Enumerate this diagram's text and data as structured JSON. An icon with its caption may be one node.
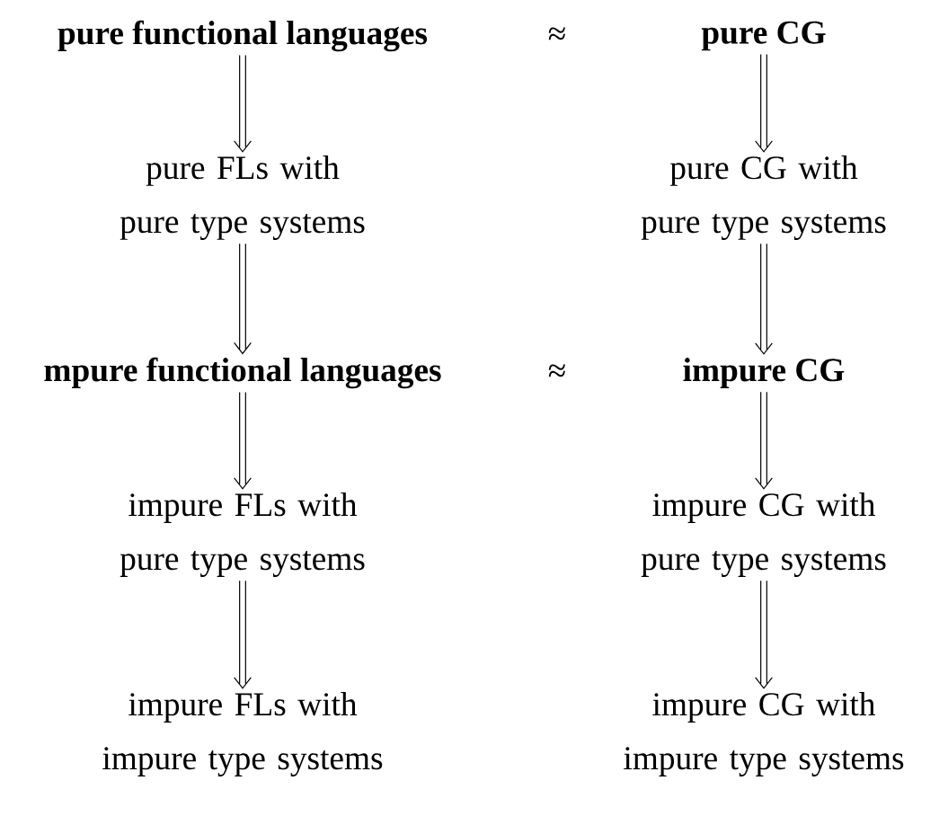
{
  "diagram": {
    "nodes": [
      {
        "text": [
          "pure functional languages"
        ]
      },
      {
        "text": [
          "pure FLs with pure type systems"
        ]
      },
      {
        "text": [
          "mpure functional languages"
        ]
      },
      {
        "text": [
          "impure FLs with pure type systems"
        ]
      },
      {
        "text": [
          "impure FLs with impure type systems"
        ]
      },
      {
        "text": [
          "pure CG"
        ]
      },
      {
        "text": [
          "pure CG with pure type systems"
        ]
      },
      {
        "text": [
          "impure CG"
        ]
      },
      {
        "text": [
          "impure CG with pure type systems"
        ]
      },
      {
        "text": [
          "impure CG with impure type systems"
        ]
      }
    ],
    "edges": [
      {
        "from": 0,
        "to": 1,
        "arrow": "to"
      },
      {
        "from": 1,
        "to": 2,
        "arrow": "to"
      },
      {
        "from": 2,
        "to": 3,
        "arrow": "to"
      },
      {
        "from": 3,
        "to": 4,
        "arrow": "to"
      },
      {
        "from": 5,
        "to": 6,
        "arrow": "to"
      },
      {
        "from": 6,
        "to": 7,
        "arrow": "to"
      },
      {
        "from": 7,
        "to": 8,
        "arrow": "to"
      },
      {
        "from": 8,
        "to": 9,
        "arrow": "to"
      }
    ],
    "labels": [
      "≈",
      "≈"
    ]
  }
}
